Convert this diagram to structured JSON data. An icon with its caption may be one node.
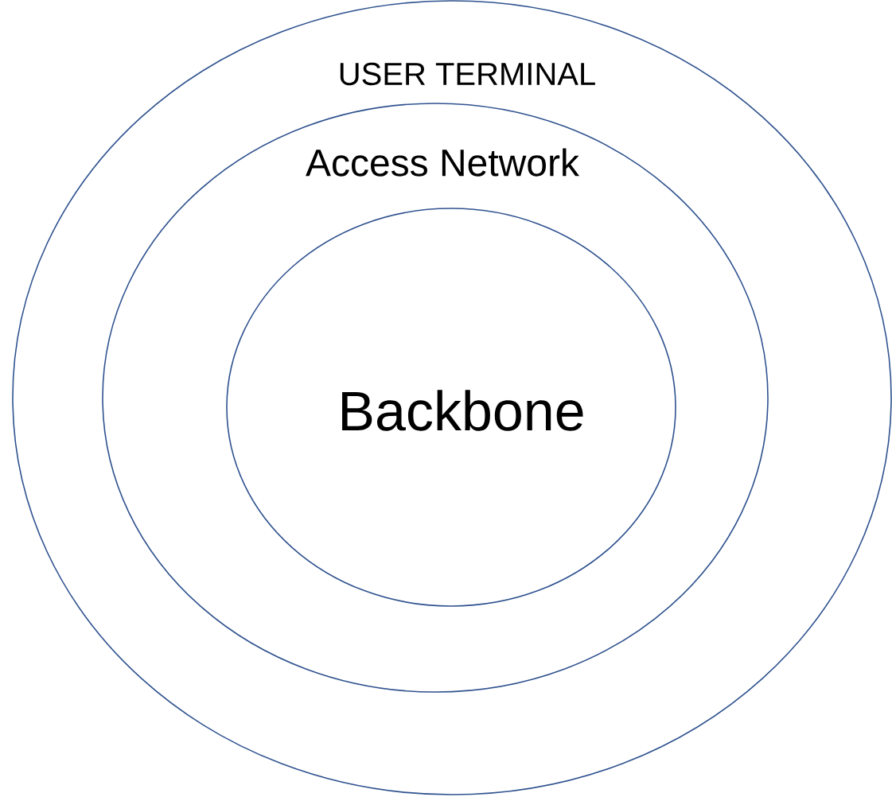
{
  "diagram": {
    "nodes": [
      {
        "text": [
          "USER TERMINAL"
        ]
      },
      {
        "text": [
          "Access Network"
        ],
        "in": 0
      },
      {
        "text": [
          "Backbone"
        ],
        "in": 1
      }
    ]
  }
}
